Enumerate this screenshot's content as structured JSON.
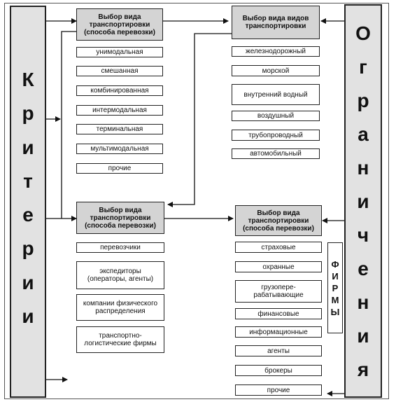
{
  "left_sidebar": {
    "letters": [
      "К",
      "р",
      "и",
      "т",
      "е",
      "р",
      "и",
      "и"
    ]
  },
  "right_sidebar": {
    "letters": [
      "О",
      "г",
      "р",
      "а",
      "н",
      "и",
      "ч",
      "е",
      "н",
      "и",
      "я"
    ]
  },
  "firms_label": {
    "letters": [
      "Ф",
      "И",
      "Р",
      "М",
      "Ы"
    ]
  },
  "block_top_left": {
    "header": "Выбор вида транспортировки (способа перевозки)",
    "items": [
      "унимодальная",
      "смешанная",
      "комбинированная",
      "интермодальная",
      "терминальная",
      "мультимодальная",
      "прочие"
    ]
  },
  "block_top_right": {
    "header": "Выбор вида видов транспортировки",
    "items": [
      "железнодорожный",
      "морской",
      "внутренний водный",
      "воздушный",
      "трубопроводный",
      "автомобильный"
    ]
  },
  "block_bottom_left": {
    "header": "Выбор вида транспортировки (способа перевозки)",
    "items": [
      "перевозчики",
      "экспедиторы (операторы, агенты)",
      "компании физического распределения",
      "транспортно-логистические фирмы"
    ]
  },
  "block_bottom_right": {
    "header": "Выбор вида транспортировки (способа перевозки)",
    "items": [
      "страховые",
      "охранные",
      "грузопере-рабатывающие",
      "финансовые",
      "информационные",
      "агенты",
      "брокеры",
      "прочие"
    ]
  }
}
